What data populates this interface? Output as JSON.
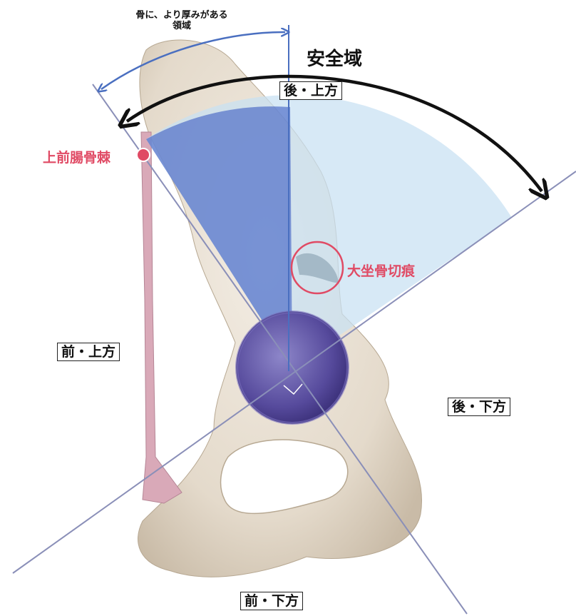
{
  "labels": {
    "safe_zone": "安全域",
    "thicker_bone_line1": "骨に、より厚みがある",
    "thicker_bone_line2": "領域",
    "posterior_superior": "後・上方",
    "anterior_superior": "前・上方",
    "posterior_inferior": "後・下方",
    "anterior_inferior": "前・下方",
    "asis": "上前腸骨棘",
    "greater_sciatic_notch": "大坐骨切痕"
  },
  "colors": {
    "bone": "#e9e1d6",
    "bone_shadow": "#cfc3b3",
    "safe_zone_fill": "#c7e0f3",
    "thick_zone_fill": "#3f5fc4",
    "acetabulum": "#5a4f9e",
    "ligament": "#d9a9b8",
    "highlight_red": "#e04a64",
    "arrow_blue": "#4a6fc0",
    "arrow_black": "#111111"
  }
}
